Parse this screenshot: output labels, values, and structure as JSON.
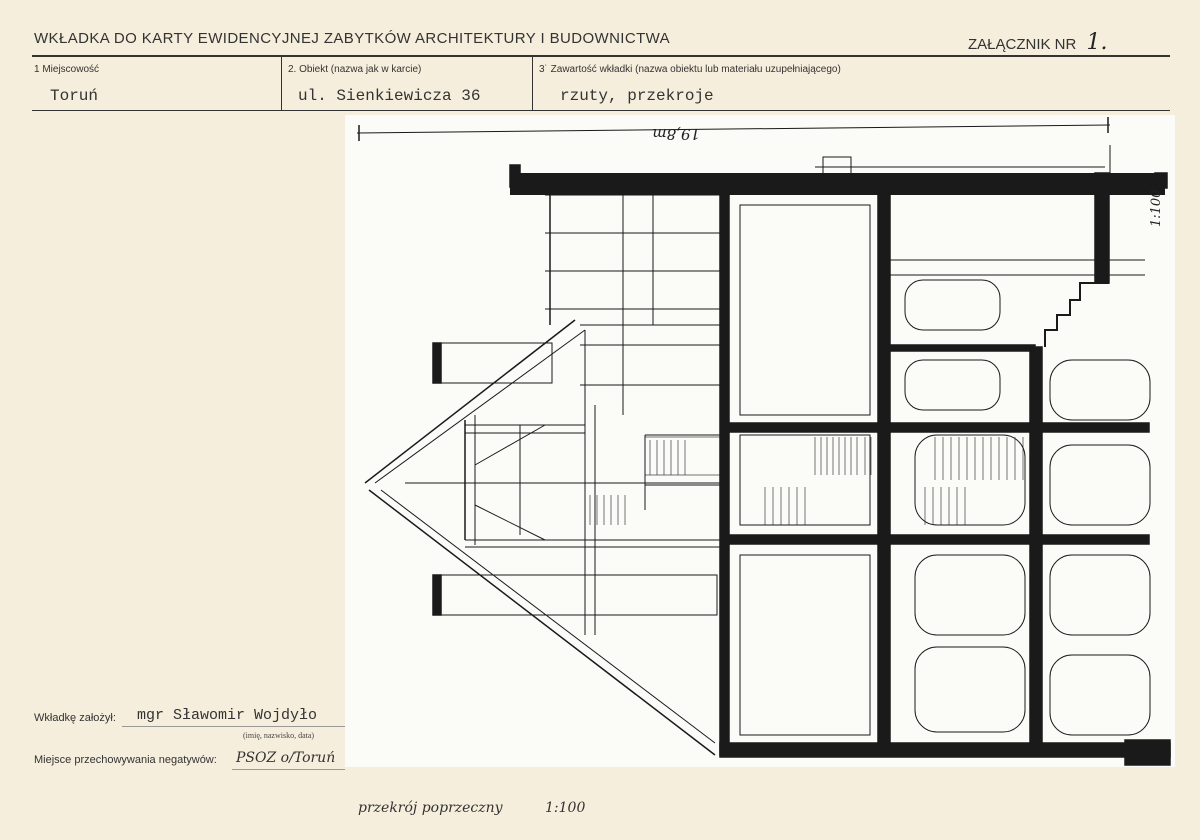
{
  "header": {
    "title": "WKŁADKA DO KARTY EWIDENCYJNEJ ZABYTKÓW ARCHITEKTURY I BUDOWNICTWA",
    "annex_label": "ZAŁĄCZNIK NR",
    "annex_number": "1."
  },
  "fields": {
    "locality_label": "1  Miejscowość",
    "locality_value": "Toruń",
    "object_label": "2. Obiekt (nazwa jak w karcie)",
    "object_value": "ul. Sienkiewicza 36",
    "contents_label": "3˙ Zawartość wkładki (nazwa obiektu lub materiału uzupełniającego)",
    "contents_value": "rzuty,  przekroje"
  },
  "drawing": {
    "dimension_text": "19,8m",
    "scale_text": "1:100"
  },
  "footer": {
    "founder_label": "Wkładkę założył:",
    "founder_value": "mgr Sławomir Wojdyło",
    "founder_hint": "(imię, nazwisko, data)",
    "negatives_label": "Miejsce przechowywania negatywów:",
    "negatives_value": "PSOZ  o/Toruń",
    "caption": "przekrój poprzeczny",
    "caption_scale": "1:100"
  }
}
